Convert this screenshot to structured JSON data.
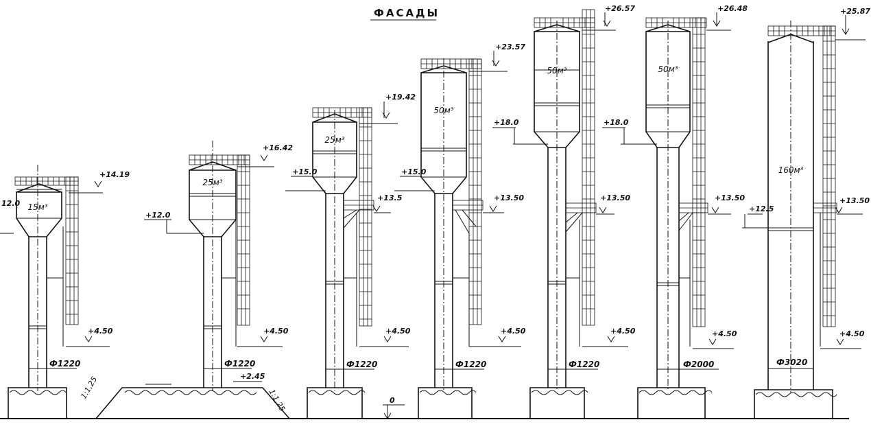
{
  "title": "ФАСАДЫ",
  "ground_level": "0",
  "slope_label": "1:1,25",
  "towers": [
    {
      "id": "t1",
      "volume": "15м³",
      "top": "+14.19",
      "bottom": "12.0",
      "bracket": "",
      "base": "+4.50",
      "diameter": "Ф1220"
    },
    {
      "id": "t2",
      "volume": "25м³",
      "top": "+16.42",
      "bottom": "+12.0",
      "bracket": "",
      "base": "+4.50",
      "diameter": "Ф1220",
      "berm": "+2.45"
    },
    {
      "id": "t3",
      "volume": "25м³",
      "top": "+19.42",
      "bottom": "+15.0",
      "bracket": "+13.5",
      "base": "+4.50",
      "diameter": "Ф1220"
    },
    {
      "id": "t4",
      "volume": "50м³",
      "top": "+23.57",
      "bottom": "+15.0",
      "bracket": "+13.50",
      "base": "+4.50",
      "diameter": "Ф1220"
    },
    {
      "id": "t5",
      "volume": "50м³",
      "top": "+26.57",
      "bottom": "+18.0",
      "bracket": "+13.50",
      "base": "+4.50",
      "diameter": "Ф1220"
    },
    {
      "id": "t6",
      "volume": "50м³",
      "top": "+26.48",
      "bottom": "+18.0",
      "bracket": "+13.50",
      "base": "+4.50",
      "diameter": "Ф2000"
    },
    {
      "id": "t7",
      "volume": "160м³",
      "top": "+25.87",
      "bottom": "+12.5",
      "bracket": "+13.50",
      "base": "+4.50",
      "diameter": "Ф3020"
    }
  ]
}
